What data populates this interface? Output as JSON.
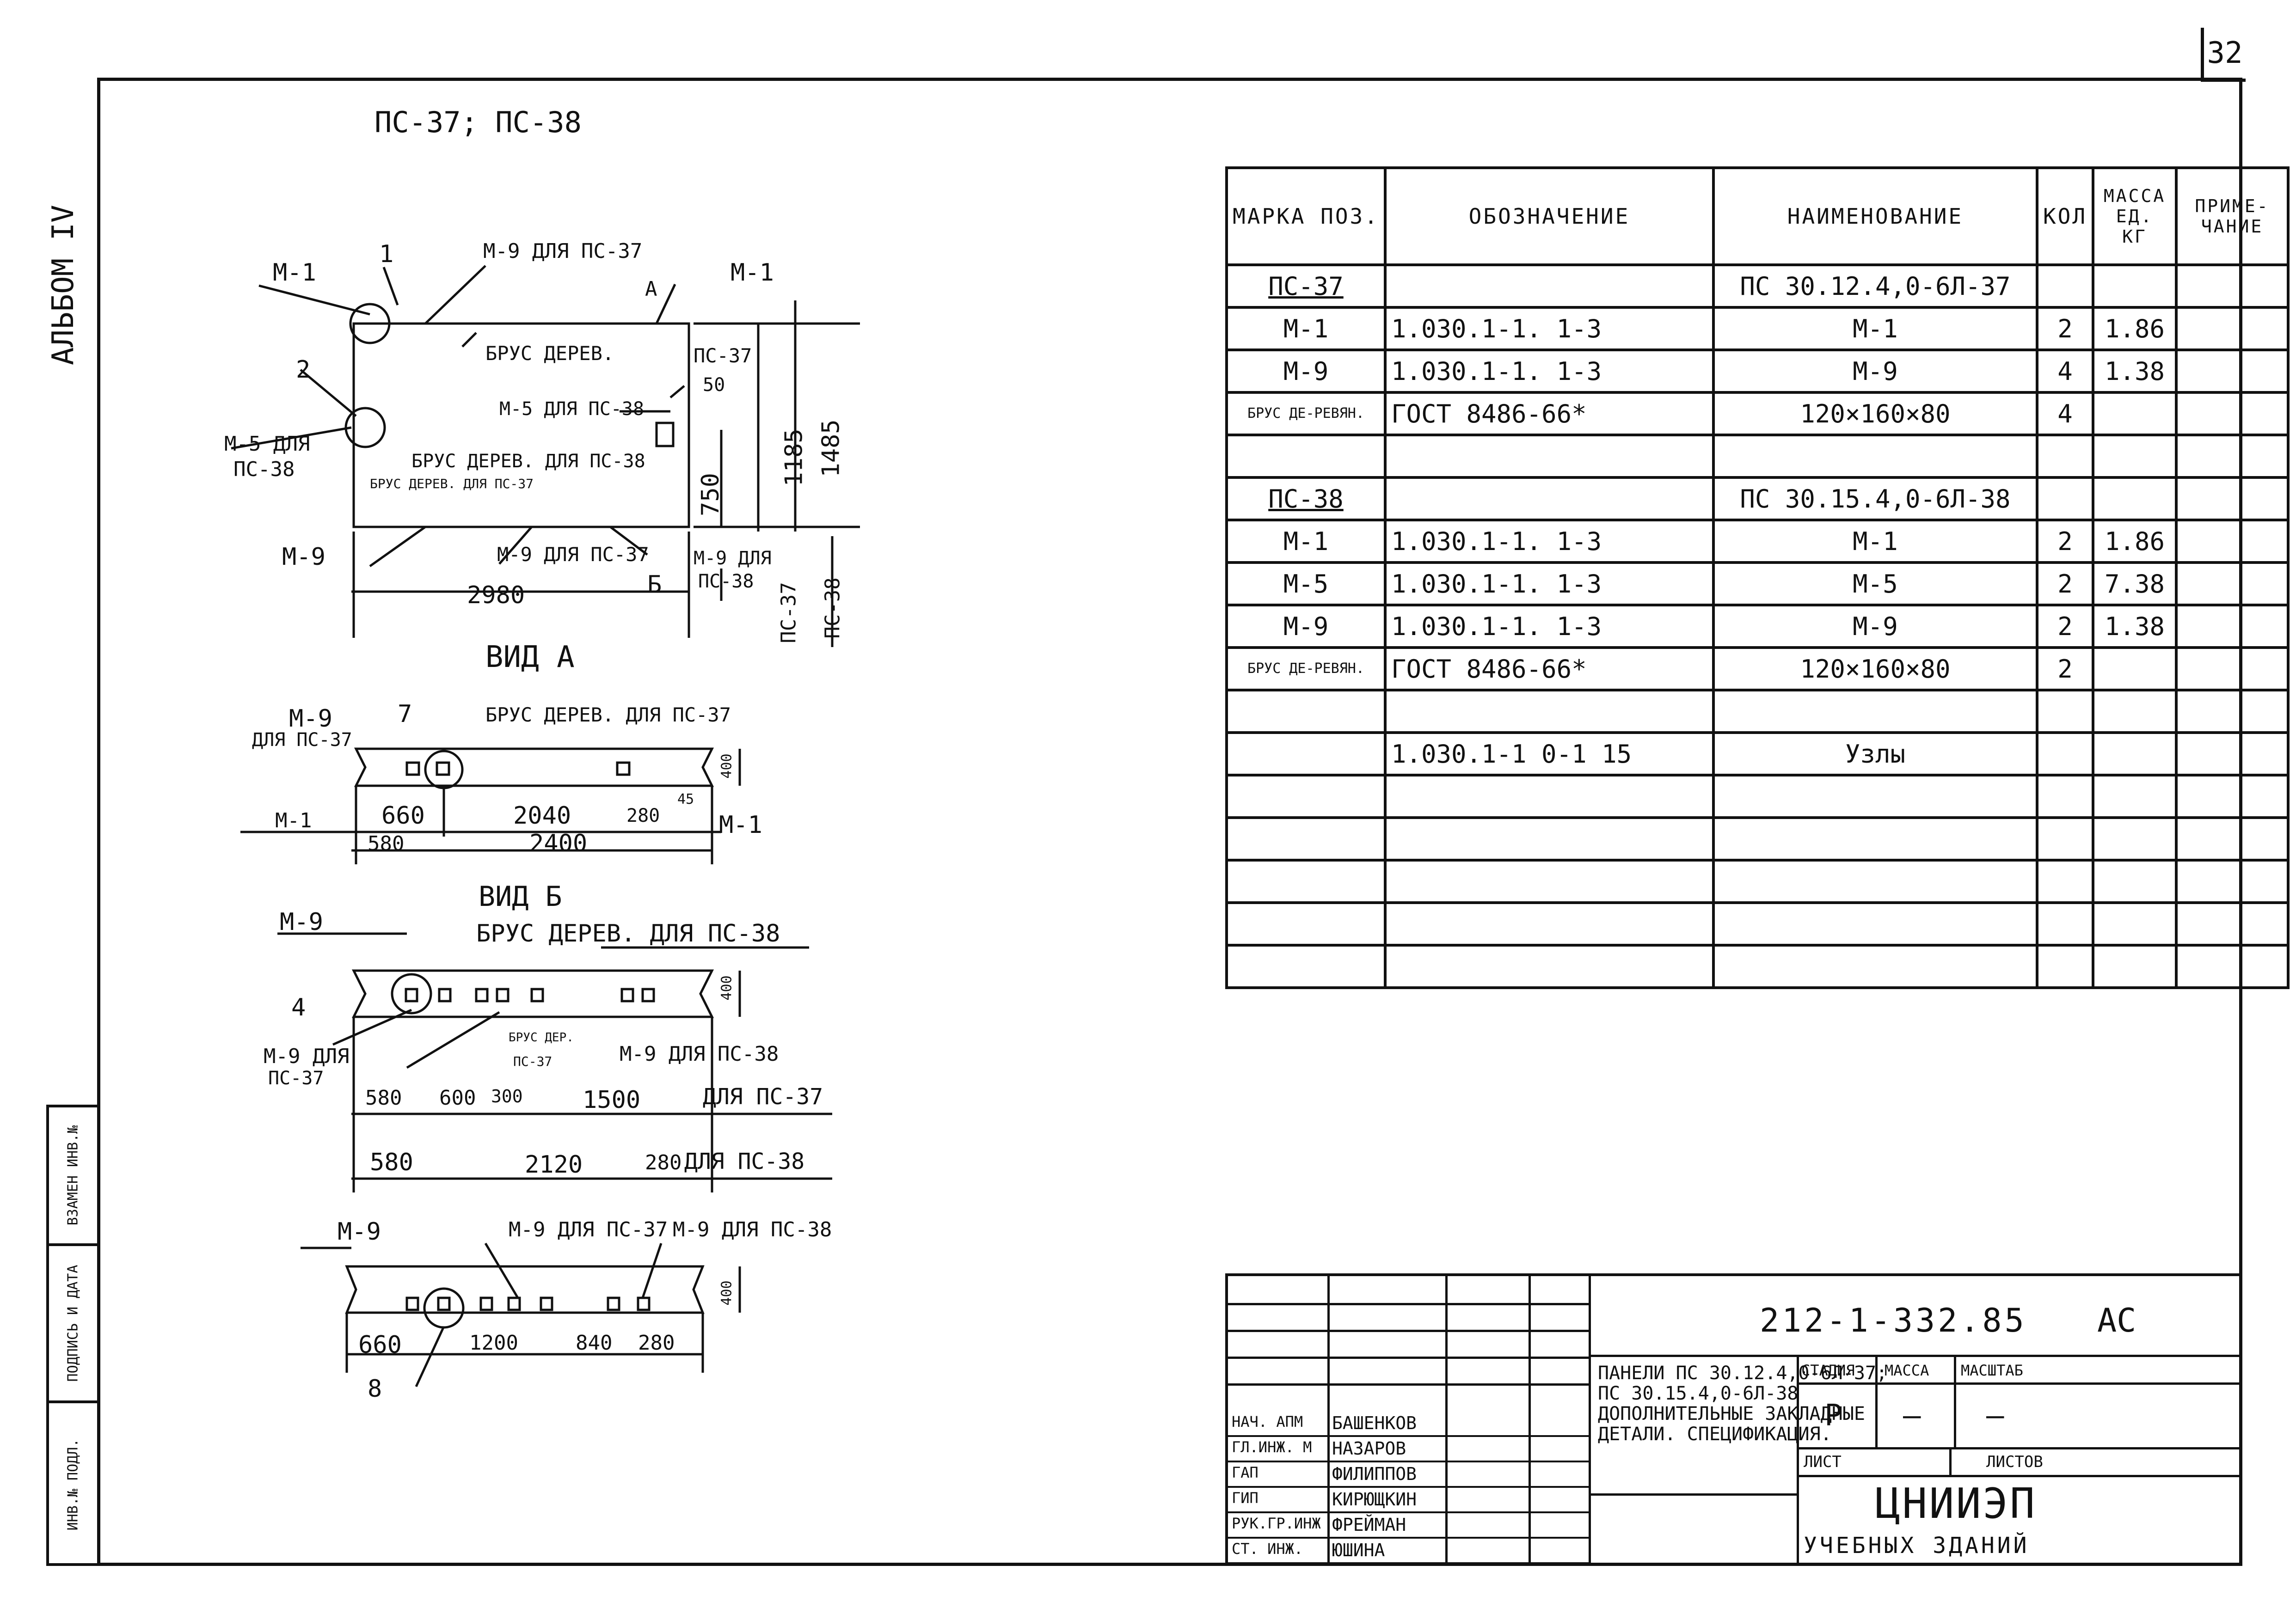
{
  "page_number": "32",
  "sidebar_album": "АЛЬБОМ IV",
  "stamp_cells": [
    "ВЗАМЕН ИНВ.№",
    "ПОДПИСЬ И ДАТА",
    "ИНВ.№ ПОДЛ."
  ],
  "drawing": {
    "title": "ПС-37; ПС-38",
    "view_a_title": "ВИД А",
    "view_b_title": "ВИД Б",
    "main_labels": {
      "m1_left": "М-1",
      "callout_1": "1",
      "m9_ps37": "М-9 ДЛЯ ПС-37",
      "arrow_a": "А",
      "m1_right": "М-1",
      "brus_derev": "БРУС ДЕРЕВ.",
      "ps37": "ПС-37",
      "dim_50": "50",
      "callout_2": "2",
      "m5_ps38": "М-5 ДЛЯ ПС-38",
      "m5_left_a": "М-5 ДЛЯ",
      "m5_left_b": "ПС-38",
      "dim_1185": "1185",
      "dim_1485": "1485",
      "dim_750": "750",
      "brus_ps38": "БРУС ДЕРЕВ. ДЛЯ ПС-38",
      "brus_ps37": "БРУС ДЕРЕВ. ДЛЯ ПС-37",
      "m9_left": "М-9",
      "m9_ps37_b": "М-9 ДЛЯ ПС-37",
      "m9_dlya": "М-9 ДЛЯ",
      "ps38": "ПС-38",
      "arrow_b": "Б",
      "dim_2980": "2980",
      "vert_ps37": "ПС-37",
      "vert_ps38": "ПС-38"
    },
    "view_a_labels": {
      "m9": "М-9",
      "dlya_ps37": "ДЛЯ ПС-37",
      "callout_7": "7",
      "brus_ps37": "БРУС ДЕРЕВ. ДЛЯ ПС-37",
      "dim_400": "400",
      "m1_left": "М-1",
      "dim_660": "660",
      "dim_2040": "2040",
      "dim_280": "280",
      "dim_45": "45",
      "m1_right": "М-1",
      "dim_580": "580",
      "dim_2400": "2400"
    },
    "view_b_labels": {
      "m9": "М-9",
      "brus_ps38": "БРУС ДЕРЕВ. ДЛЯ ПС-38",
      "callout_4": "4",
      "dim_400": "400",
      "m9_dlya_a": "М-9 ДЛЯ",
      "m9_dlya_b": "ПС-37",
      "brus_ps37_a": "БРУС ДЕР.",
      "brus_ps37_b": "ПС-37",
      "m9_ps38": "М-9 ДЛЯ ПС-38",
      "dim_580a": "580",
      "dim_600": "600",
      "dim_300": "300",
      "dim_1500": "1500",
      "dlya_ps37": "ДЛЯ ПС-37",
      "dim_580b": "580",
      "dim_2120": "2120",
      "dim_280": "280",
      "dlya_ps38": "ДЛЯ ПС-38"
    },
    "bottom_labels": {
      "m9": "М-9",
      "m9_ps37": "М-9 ДЛЯ ПС-37",
      "m9_ps38": "М-9 ДЛЯ ПС-38",
      "dim_400": "400",
      "dim_660": "660",
      "dim_1200": "1200",
      "dim_840": "840",
      "dim_280": "280",
      "callout_8": "8"
    }
  },
  "spec_table": {
    "headers": [
      "МАРКА ПОЗ.",
      "ОБОЗНАЧЕНИЕ",
      "НАИМЕНОВАНИЕ",
      "КОЛ",
      "МАССА ЕД. КГ",
      "ПРИМЕ-ЧАНИЕ"
    ],
    "rows": [
      [
        "ПС-37",
        "",
        "ПС 30.12.4,0-6Л-37",
        "",
        "",
        ""
      ],
      [
        "М-1",
        "1.030.1-1. 1-3",
        "М-1",
        "2",
        "1.86",
        ""
      ],
      [
        "М-9",
        "1.030.1-1. 1-3",
        "М-9",
        "4",
        "1.38",
        ""
      ],
      [
        "БРУС ДЕ-РЕВЯН.",
        "ГОСТ 8486-66*",
        "120×160×80",
        "4",
        "",
        ""
      ],
      [
        "",
        "",
        "",
        "",
        "",
        ""
      ],
      [
        "ПС-38",
        "",
        "ПС 30.15.4,0-6Л-38",
        "",
        "",
        ""
      ],
      [
        "М-1",
        "1.030.1-1. 1-3",
        "М-1",
        "2",
        "1.86",
        ""
      ],
      [
        "М-5",
        "1.030.1-1. 1-3",
        "М-5",
        "2",
        "7.38",
        ""
      ],
      [
        "М-9",
        "1.030.1-1. 1-3",
        "М-9",
        "2",
        "1.38",
        ""
      ],
      [
        "БРУС ДЕ-РЕВЯН.",
        "ГОСТ 8486-66*",
        "120×160×80",
        "2",
        "",
        ""
      ],
      [
        "",
        "",
        "",
        "",
        "",
        ""
      ],
      [
        "",
        "1.030.1-1 0-1 15",
        "Узлы",
        "",
        "",
        ""
      ],
      [
        "",
        "",
        "",
        "",
        "",
        ""
      ],
      [
        "",
        "",
        "",
        "",
        "",
        ""
      ],
      [
        "",
        "",
        "",
        "",
        "",
        ""
      ],
      [
        "",
        "",
        "",
        "",
        "",
        ""
      ],
      [
        "",
        "",
        "",
        "",
        "",
        ""
      ]
    ]
  },
  "title_block": {
    "doc_code": "212-1-332.85",
    "doc_suffix": "АС",
    "description": [
      "ПАНЕЛИ ПС 30.12.4,0-6Л-37;",
      "ПС 30.15.4,0-6Л-38",
      "ДОПОЛНИТЕЛЬНЫЕ ЗАКЛАДНЫЕ",
      "ДЕТАЛИ. СПЕЦИФИКАЦИЯ."
    ],
    "stage_header": "СТАДИЯ",
    "mass_header": "МАССА",
    "scale_header": "МАСШТАБ",
    "stage": "Р",
    "mass": "—",
    "scale": "—",
    "sheet_label": "ЛИСТ",
    "sheets_label": "ЛИСТОВ",
    "org_name": "ЦНИИЭП",
    "org_sub": "УЧЕБНЫХ ЗДАНИЙ",
    "signatures": [
      {
        "role": "НАЧ. АПМ",
        "name": "БАШЕНКОВ"
      },
      {
        "role": "ГЛ.ИНЖ. М",
        "name": "НАЗАРОВ"
      },
      {
        "role": "ГАП",
        "name": "ФИЛИППОВ"
      },
      {
        "role": "ГИП",
        "name": "КИРЮЩКИН"
      },
      {
        "role": "РУК.ГР.ИНЖ",
        "name": "ФРЕЙМАН"
      },
      {
        "role": "СТ. ИНЖ.",
        "name": "ЮШИНА"
      }
    ]
  }
}
